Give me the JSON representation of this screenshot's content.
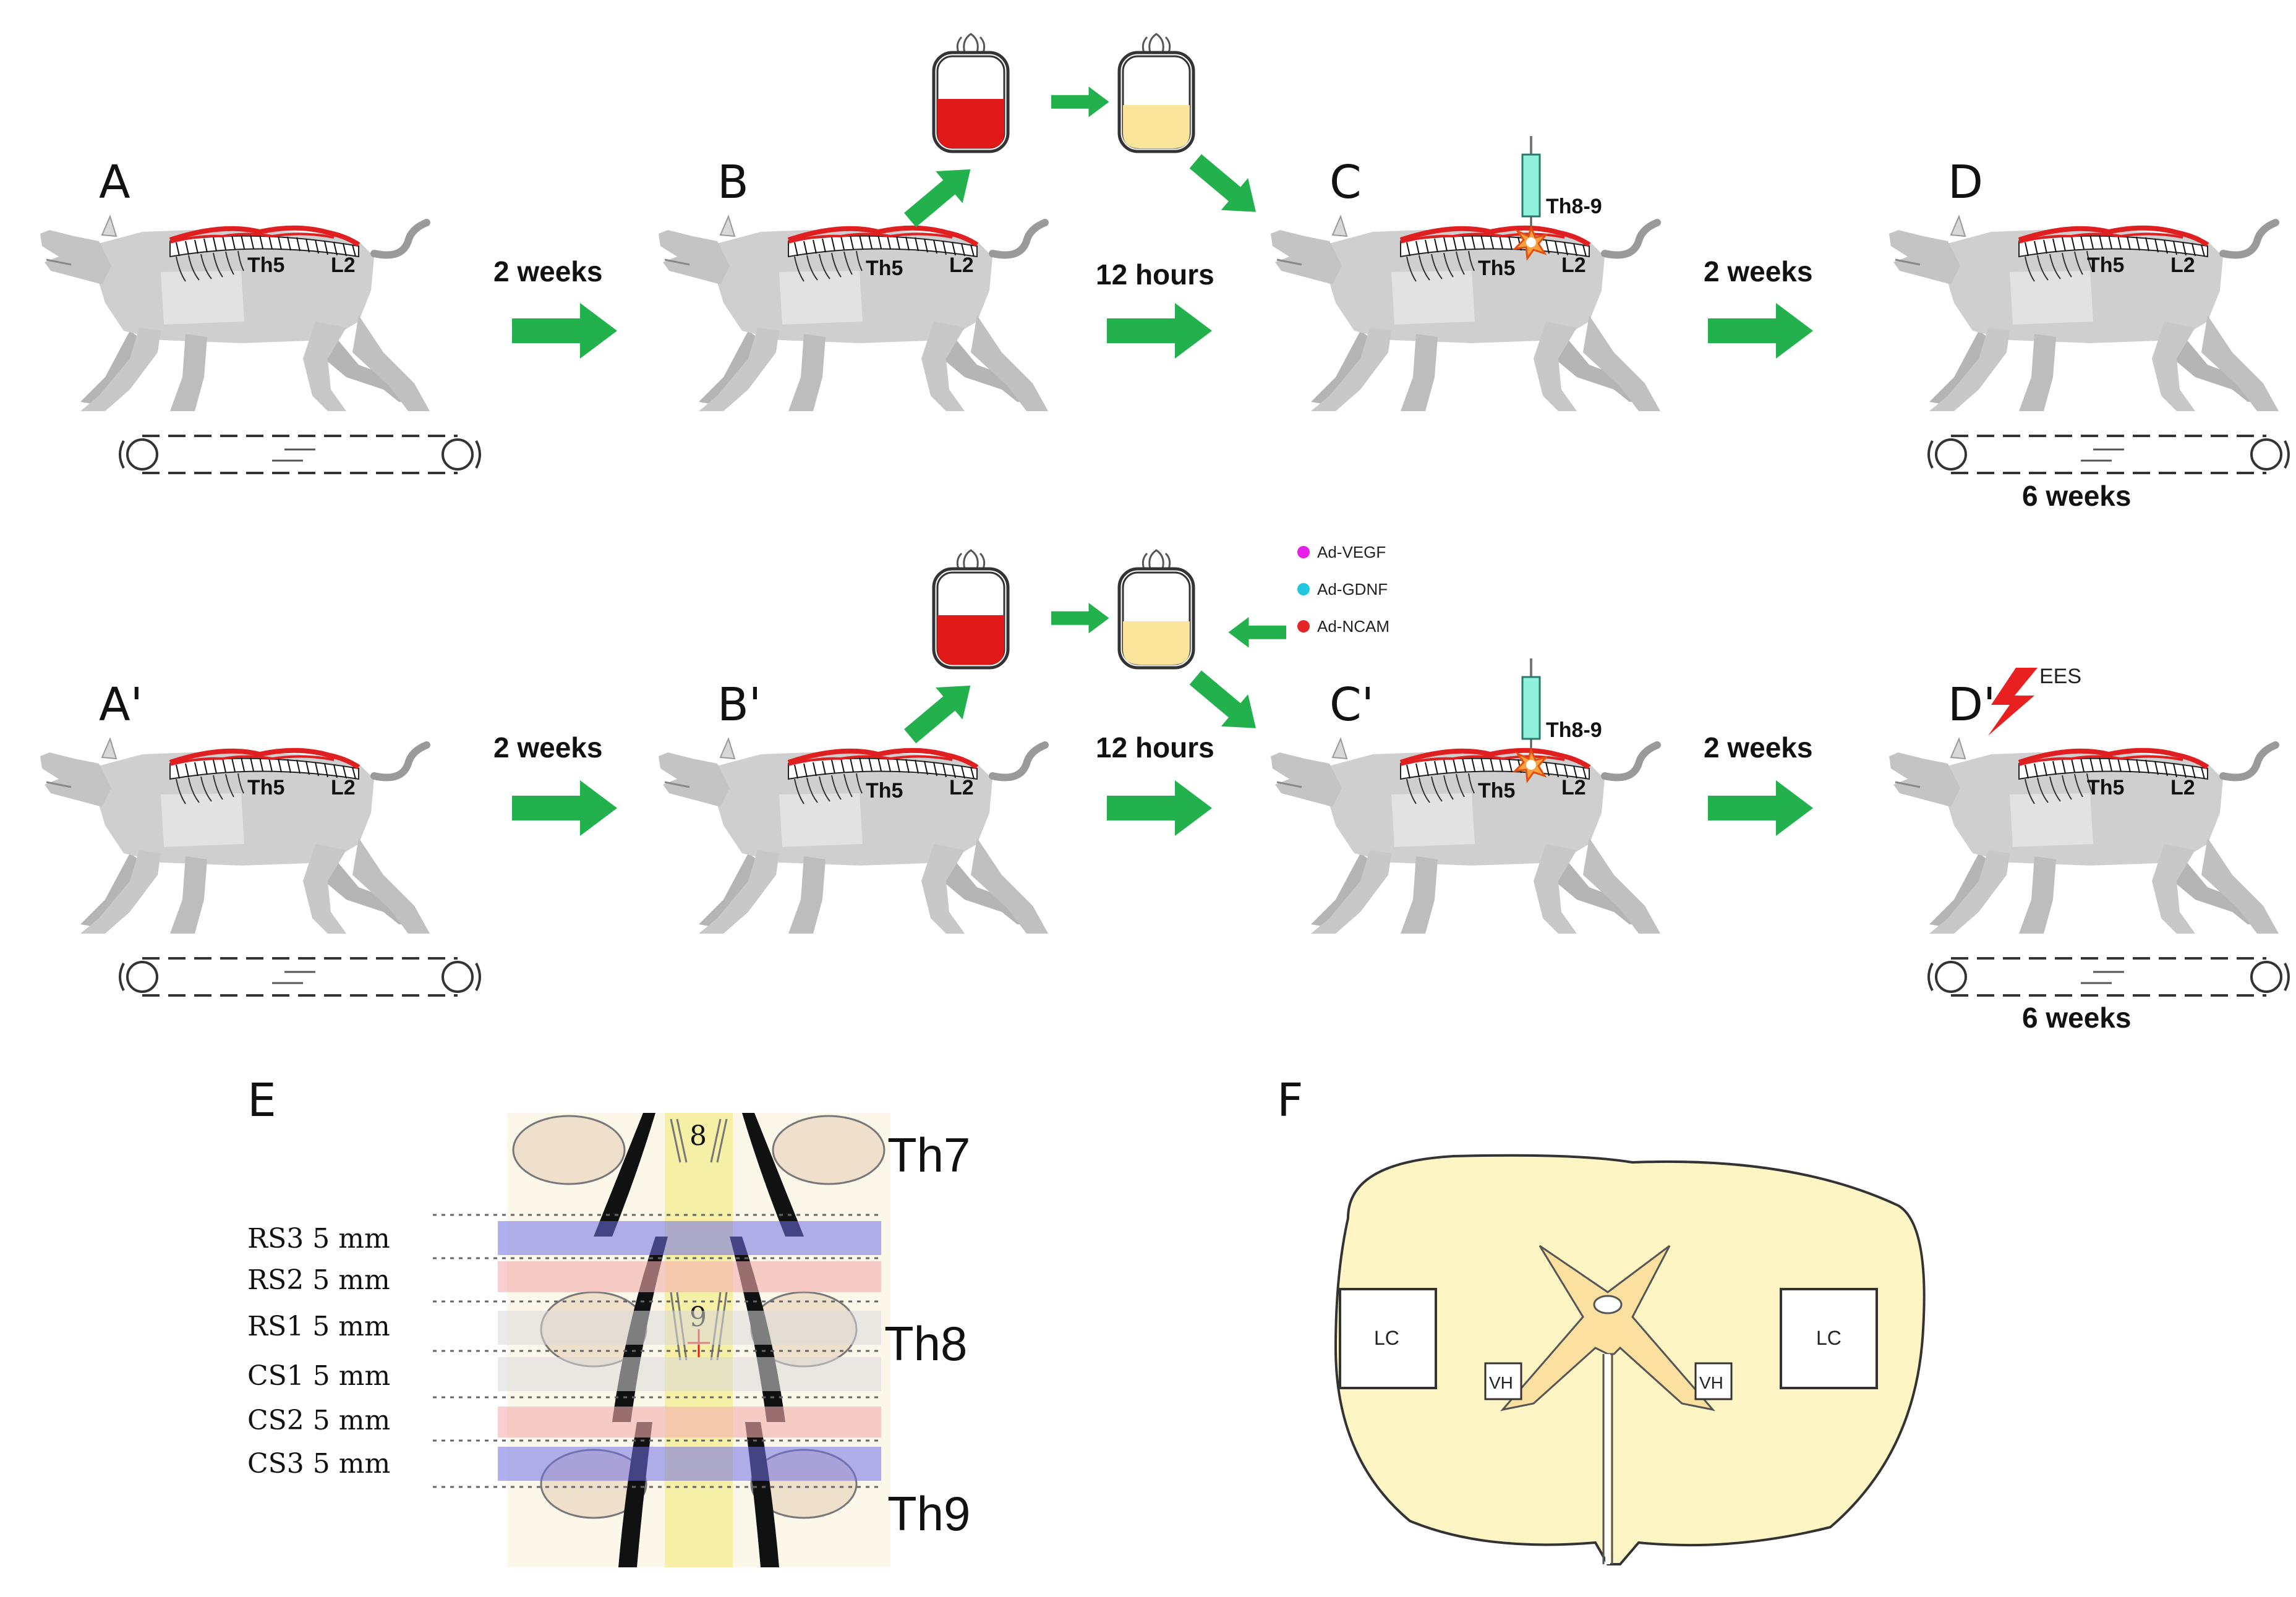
{
  "row1": {
    "panels": [
      "A",
      "B",
      "C",
      "D"
    ],
    "spine_labels": {
      "upper": "Th5",
      "lower": "L2"
    },
    "injection_label": "Th8-9",
    "intervals": [
      "2 weeks",
      "12 hours",
      "2 weeks"
    ],
    "treadmill_duration": "6 weeks"
  },
  "row2": {
    "panels": [
      "A'",
      "B'",
      "C'",
      "D'"
    ],
    "spine_labels": {
      "upper": "Th5",
      "lower": "L2"
    },
    "injection_label": "Th8-9",
    "intervals": [
      "2 weeks",
      "12 hours",
      "2 weeks"
    ],
    "treadmill_duration": "6 weeks",
    "stimulation_label": "EES",
    "vectors": [
      {
        "label": "Ad-VEGF",
        "color": "#e61ee6"
      },
      {
        "label": "Ad-GDNF",
        "color": "#21c6e0"
      },
      {
        "label": "Ad-NCAM",
        "color": "#e32626"
      }
    ]
  },
  "panel_e": {
    "letter": "E",
    "segments": [
      {
        "label": "RS3 5 mm",
        "color": "#6f6fe3"
      },
      {
        "label": "RS2 5 mm",
        "color": "#f4aeae"
      },
      {
        "label": "RS1 5 mm",
        "color": "#d8d8d8"
      },
      {
        "label": "CS1 5 mm",
        "color": "#d8d8d8"
      },
      {
        "label": "CS2 5 mm",
        "color": "#f4aeae"
      },
      {
        "label": "CS3 5 mm",
        "color": "#6f6fe3"
      }
    ],
    "vertebrae": [
      "Th7",
      "Th8",
      "Th9"
    ],
    "root_numbers": [
      "8",
      "9"
    ]
  },
  "panel_f": {
    "letter": "F",
    "labels": {
      "lateral_column": "LC",
      "ventral_horn": "VH"
    }
  },
  "colors": {
    "arrow": "#22b14c",
    "spinal_cord_line": "#e02020",
    "pig_body": "#cfcfcf",
    "blood": "#e01818",
    "plasma": "#fbe59a",
    "cord_section": "#fdf5c4",
    "gray_matter": "#fbe0a0"
  }
}
